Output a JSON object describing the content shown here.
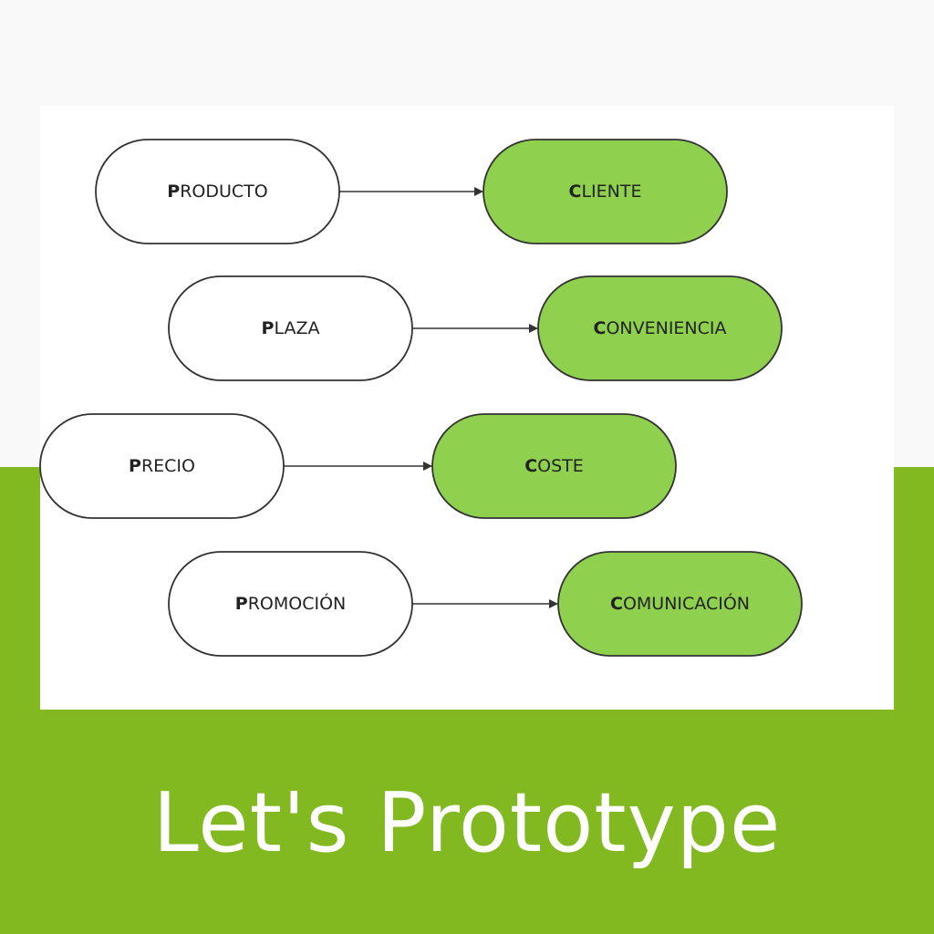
{
  "colors": {
    "background_top": "#f9f9f9",
    "background_bottom": "#82b820",
    "card": "#ffffff",
    "node_green": "#8fd14f",
    "node_white": "#ffffff",
    "stroke": "#333333"
  },
  "diagram": {
    "rows": [
      {
        "from": {
          "initial": "P",
          "rest": "RODUCTO"
        },
        "to": {
          "initial": "C",
          "rest": "LIENTE"
        }
      },
      {
        "from": {
          "initial": "P",
          "rest": "LAZA"
        },
        "to": {
          "initial": "C",
          "rest": "ONVENIENCIA"
        }
      },
      {
        "from": {
          "initial": "P",
          "rest": "RECIO"
        },
        "to": {
          "initial": "C",
          "rest": "OSTE"
        }
      },
      {
        "from": {
          "initial": "P",
          "rest": "ROMOCIÓN"
        },
        "to": {
          "initial": "C",
          "rest": "OMUNICACIÓN"
        }
      }
    ]
  },
  "footer": {
    "title": "Let's Prototype"
  }
}
